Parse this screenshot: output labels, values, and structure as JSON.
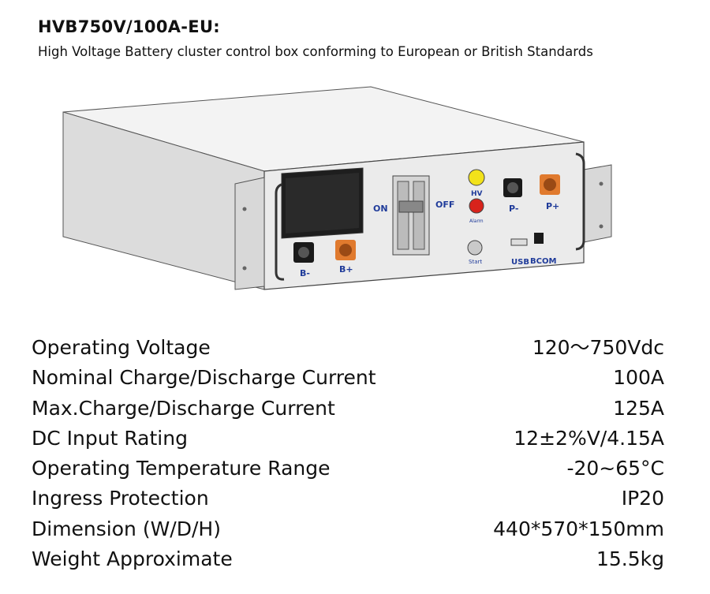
{
  "header": {
    "title": "HVB750V/100A-EU:",
    "subtitle": "High Voltage Battery cluster control box conforming to European or British Standards"
  },
  "product_image": {
    "labels": {
      "on": "ON",
      "off": "OFF",
      "hv": "HV",
      "alarm": "Alarm",
      "start": "Start",
      "p_minus": "P-",
      "p_plus": "P+",
      "b_minus": "B-",
      "b_plus": "B+",
      "usb": "USB",
      "bcom": "BCOM"
    },
    "colors": {
      "hv_indicator": "#f2e21a",
      "alarm_indicator": "#d8231c",
      "positive_terminal": "#e07a2e",
      "negative_terminal": "#1a1a1a"
    }
  },
  "specs": [
    {
      "label": "Operating Voltage",
      "value": "120～750Vdc"
    },
    {
      "label": "Nominal Charge/Discharge Current",
      "value": "100A"
    },
    {
      "label": "Max.Charge/Discharge Current",
      "value": "125A"
    },
    {
      "label": "DC Input Rating",
      "value": "12±2%V/4.15A"
    },
    {
      "label": "Operating Temperature Range",
      "value": "-20~65°C"
    },
    {
      "label": "Ingress Protection",
      "value": "IP20"
    },
    {
      "label": "Dimension (W/D/H)",
      "value": "440*570*150mm"
    },
    {
      "label": "Weight Approximate",
      "value": "15.5kg"
    }
  ]
}
